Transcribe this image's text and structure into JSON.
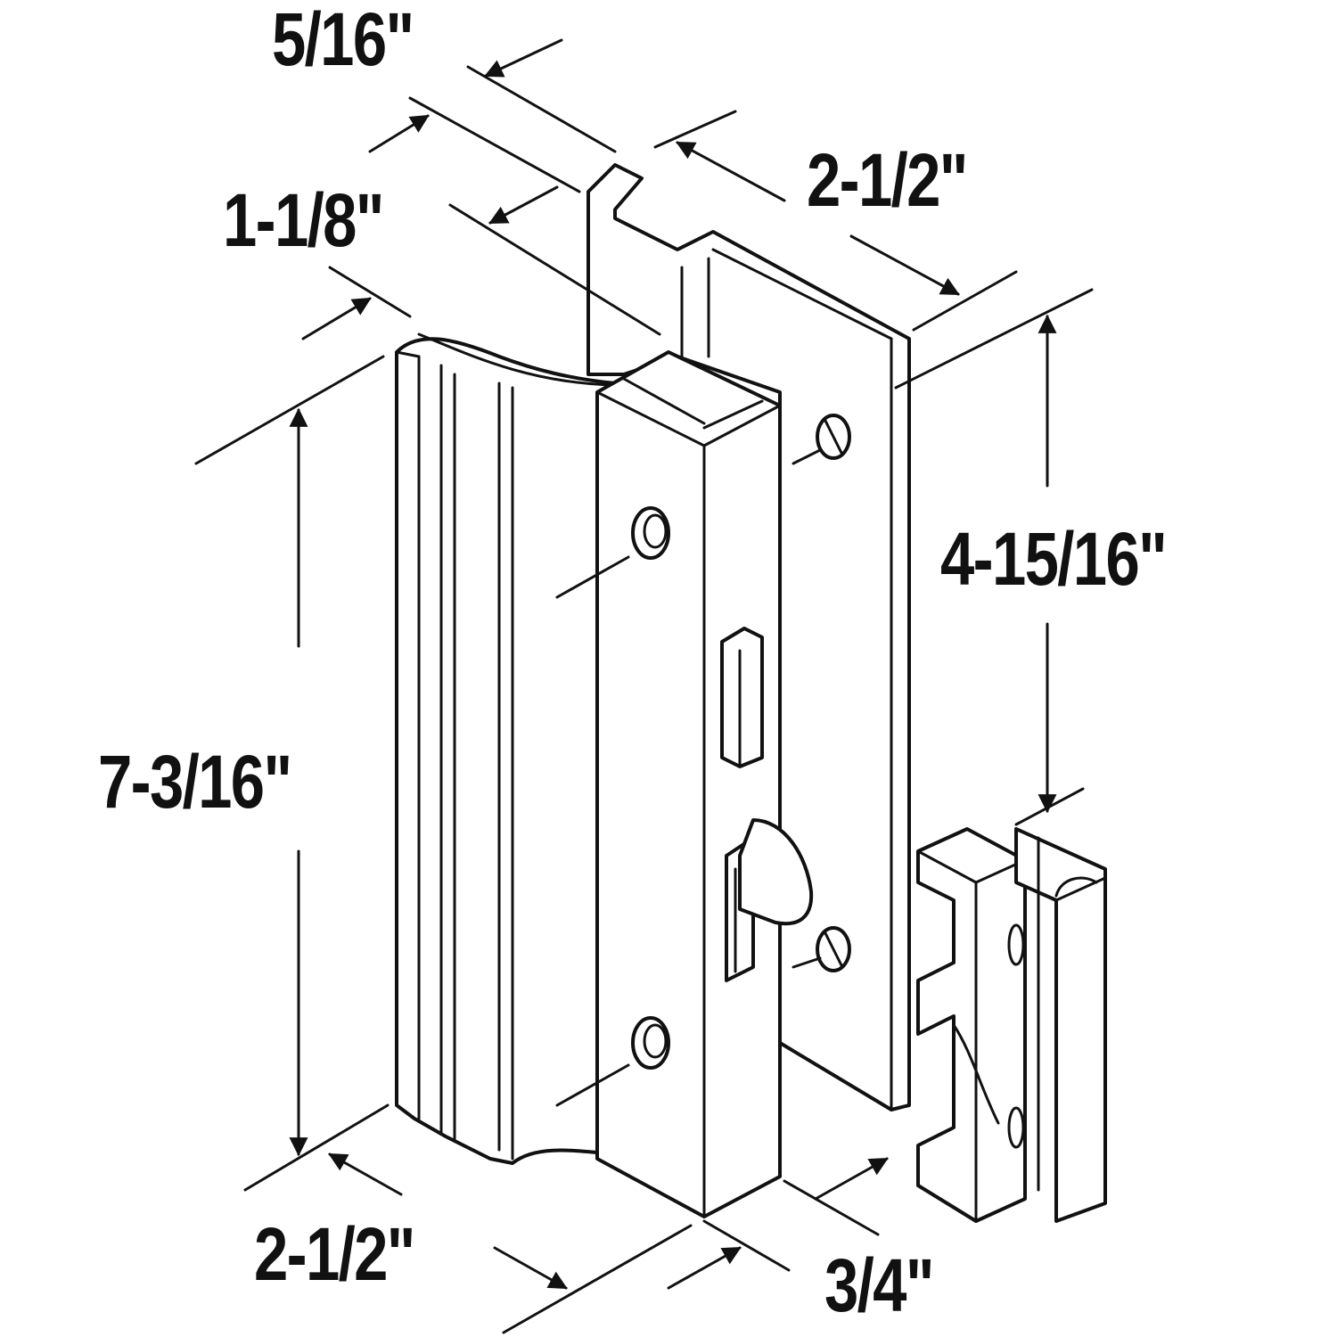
{
  "diagram": {
    "colors": {
      "line": "#111111",
      "background": "#ffffff"
    },
    "dimensions": {
      "top_depth": "5/16\"",
      "handle_depth": "1-1/8\"",
      "plate_width_top": "2-1/2\"",
      "handle_height": "7-3/16\"",
      "plate_height": "4-15/16\"",
      "handle_width_bottom": "2-1/2\"",
      "lock_thickness": "3/4\""
    }
  }
}
